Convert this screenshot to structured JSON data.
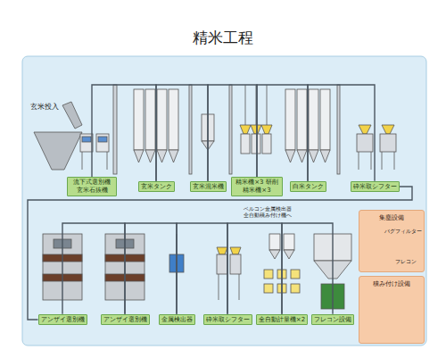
{
  "diagram": {
    "title": "精米工程",
    "nodes": [
      {
        "text": [
          "流下式選別機 玄米石抜機"
        ]
      },
      {
        "text": [
          "玄米タンク"
        ]
      },
      {
        "text": [
          "玄米混米機"
        ]
      },
      {
        "text": [
          "精米機×3 研削精米機×3"
        ]
      },
      {
        "text": [
          "白米タンク"
        ]
      },
      {
        "text": [
          "砕米取シフター"
        ]
      },
      {
        "text": [
          "アンザイ選別機"
        ]
      },
      {
        "text": [
          "アンザイ選別機"
        ]
      },
      {
        "text": [
          "金属検出器"
        ]
      },
      {
        "text": [
          "砕米取シフター"
        ]
      },
      {
        "text": [
          "全自動計量機×2"
        ]
      },
      {
        "text": [
          "フレコン設備"
        ]
      },
      {
        "text": [
          "集塵設備"
        ]
      },
      {
        "text": [
          "積み付け設備"
        ]
      }
    ],
    "edges": [
      {
        "from": 0,
        "to": 1,
        "arrow": "none"
      },
      {
        "from": 1,
        "to": 2,
        "arrow": "none"
      },
      {
        "from": 2,
        "to": 3,
        "arrow": "none"
      },
      {
        "from": 3,
        "to": 4,
        "arrow": "none"
      },
      {
        "from": 4,
        "to": 5,
        "arrow": "none"
      },
      {
        "from": 5,
        "to": 6,
        "arrow": "none"
      },
      {
        "from": 6,
        "to": 7,
        "arrow": "none"
      },
      {
        "from": 7,
        "to": 8,
        "arrow": "none"
      },
      {
        "from": 8,
        "to": 9,
        "arrow": "none"
      },
      {
        "from": 9,
        "to": 10,
        "arrow": "none"
      },
      {
        "from": 10,
        "to": 11,
        "arrow": "none"
      }
    ],
    "labels": [
      "玄米投入",
      "バグフィルター",
      "フレコン",
      "ベルコン金属検出器 全自動積み付け機へ"
    ]
  }
}
